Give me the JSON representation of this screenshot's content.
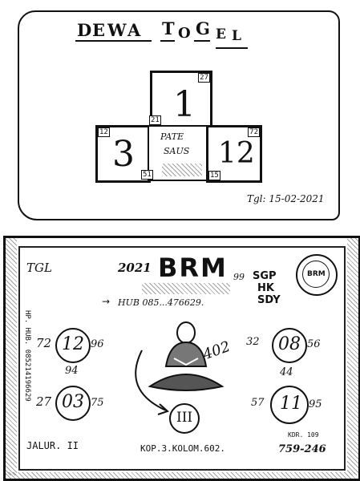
{
  "panel1": {
    "title_letters": [
      "D",
      "E",
      "W",
      "A",
      "T",
      "O",
      "G",
      "E",
      "L"
    ],
    "box_top": {
      "number": "1",
      "tag": "27"
    },
    "box_left": {
      "number": "3",
      "tag": "12"
    },
    "box_right": {
      "number": "12",
      "tag": "72"
    },
    "box_center": {
      "line1": "PATE",
      "line2": "SAUS",
      "tag_left": "21",
      "tag_bottom": "51",
      "tag_right": "15"
    },
    "date": "Tgl: 15-02-2021"
  },
  "panel2": {
    "header_tgl": "TGL",
    "header_year": "2021",
    "brand": "BRM",
    "code_99": "99",
    "markets": [
      "SGP",
      "HK",
      "SDY"
    ],
    "phone_line": "HUB 085...476629.",
    "vertical_phone": "HP. HUB. 085214196629",
    "stamp_text": "BRM",
    "circles": {
      "top_left": {
        "value": "12",
        "left": "72",
        "right": "96",
        "below": "94"
      },
      "top_right": {
        "value": "08",
        "left": "32",
        "right": "56",
        "below": "44"
      },
      "bottom_left": {
        "value": "03",
        "left": "27",
        "right": "75"
      },
      "bottom_right": {
        "value": "11",
        "left": "57",
        "right": "95"
      },
      "center": {
        "value": "III"
      }
    },
    "center_scribble": "402",
    "jalur": "JALUR. II",
    "kop": "KOP.3.KOLOM.602.",
    "kdr": "KDR. 109",
    "bottom_right_num": "759-246"
  }
}
